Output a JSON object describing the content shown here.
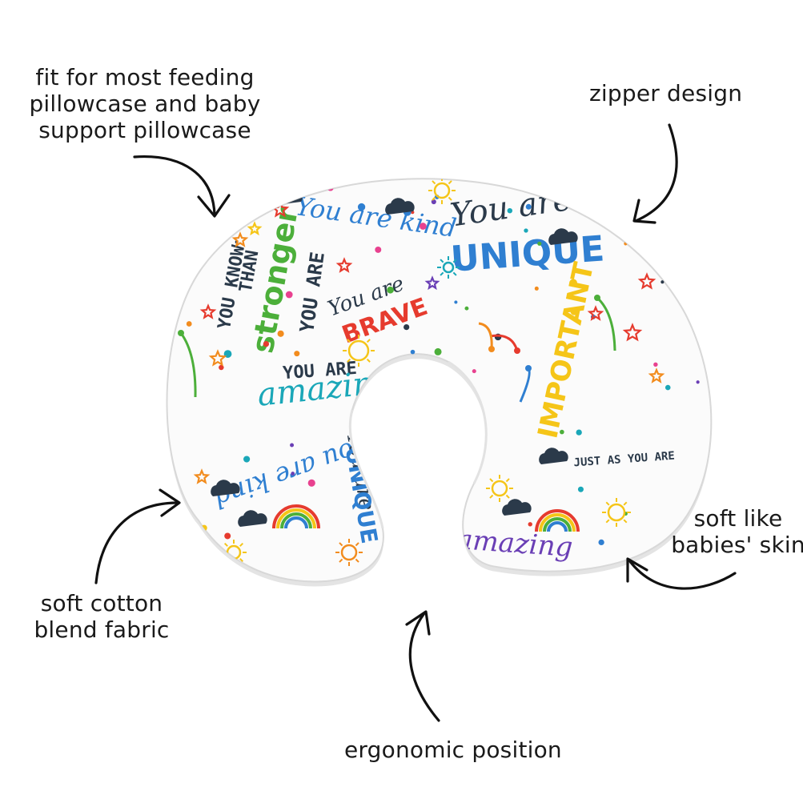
{
  "callouts": {
    "fit_lines": [
      "fit for most feeding",
      "pillowcase and baby",
      "support pillowcase"
    ],
    "zipper": "zipper design",
    "soft_cotton_lines": [
      "soft cotton",
      "blend fabric"
    ],
    "soft_like_lines": [
      "soft like",
      "babies' skin"
    ],
    "ergonomic": "ergonomic position"
  },
  "pillow_print": {
    "phrases": [
      "You are",
      "UNIQUE",
      "You are kind",
      "stronger",
      "YOU ARE",
      "THAN",
      "YOU KNOW",
      "You are",
      "BRAVE",
      "IMPORTANT",
      "YOU ARE",
      "amazing",
      "JUST AS YOU ARE",
      "you are kind",
      "You are",
      "UNIQUE",
      "amazing"
    ],
    "palette": [
      "#e63b2e",
      "#f28c1e",
      "#f5c518",
      "#4caf3a",
      "#2f7fd1",
      "#6a3fb5",
      "#e8418f",
      "#2b3a4a",
      "#1aa7b8"
    ]
  },
  "colors": {
    "text": "#1a1a1a",
    "pillow_fill": "#fbfbfb",
    "arrow": "#111111"
  }
}
